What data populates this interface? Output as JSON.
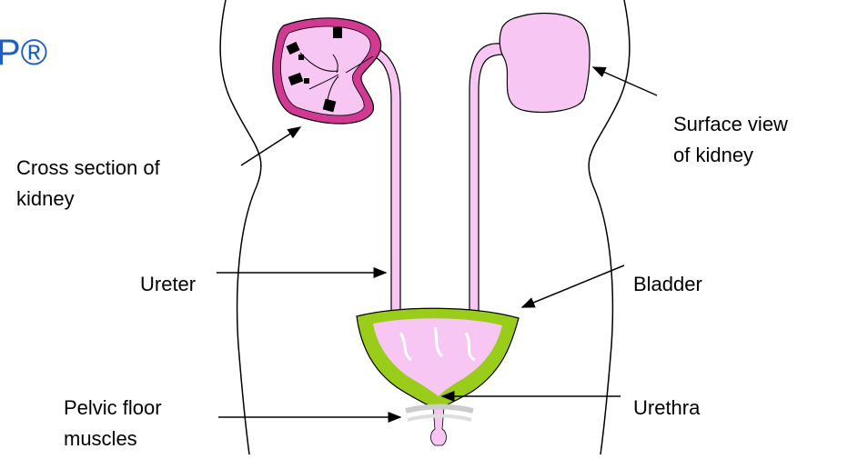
{
  "labels": {
    "cross_section_line1": "Cross section of",
    "cross_section_line2": "kidney",
    "surface_view_line1": "Surface view",
    "surface_view_line2": "of kidney",
    "ureter": "Ureter",
    "bladder": "Bladder",
    "pelvic_floor_line1": "Pelvic floor",
    "pelvic_floor_line2": "muscles",
    "urethra": "Urethra"
  },
  "corner_mark": "P®",
  "colors": {
    "kidney_pink": "#f7c6f3",
    "kidney_outline": "#c0368a",
    "bladder_green": "#9acd1a",
    "muscle_gray": "#cccccc",
    "corner_blue": "#1f5fbf"
  }
}
